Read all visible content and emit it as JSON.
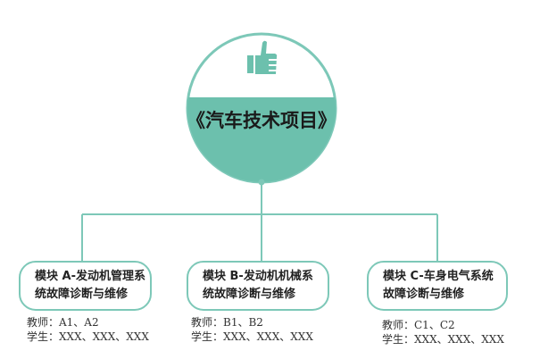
{
  "root": {
    "title": "《汽车技术项目》",
    "icon": "thumbs-up-icon"
  },
  "colors": {
    "accent": "#7dc8b8",
    "fill": "#6cc0ad",
    "text": "#1a1a1a"
  },
  "modules": [
    {
      "line1": "模块 A-发动机管理系",
      "line2": "统故障诊断与维修",
      "teacher": "教师：A1、A2",
      "student": "学生：XXX、XXX、XXX"
    },
    {
      "line1": "模块 B-发动机机械系",
      "line2": "统故障诊断与维修",
      "teacher": "教师：B1、B2",
      "student": "学生：XXX、XXX、XXX"
    },
    {
      "line1": "模块 C-车身电气系统",
      "line2": "故障诊断与维修",
      "teacher": "教师：C1、C2",
      "student": "学生：XXX、XXX、XXX"
    }
  ]
}
